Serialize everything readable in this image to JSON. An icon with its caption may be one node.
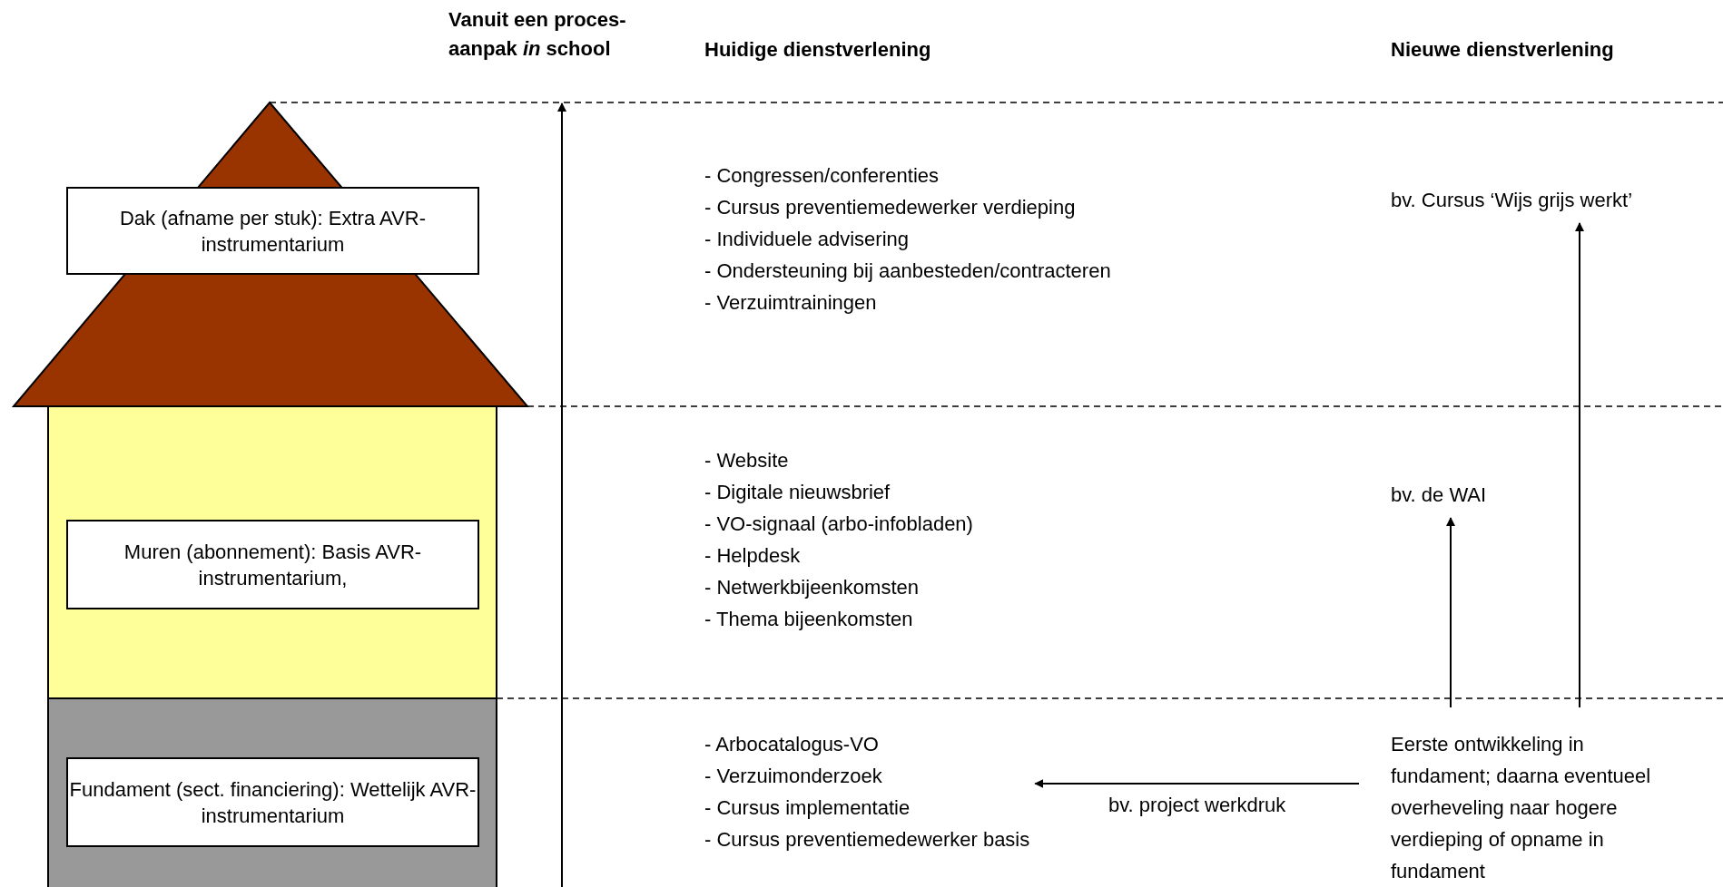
{
  "diagram": {
    "nodes": [
      {
        "text": [
          "Dak (afname per stuk): Extra AVR-instrumentarium"
        ]
      },
      {
        "text": [
          "Muren (abonnement): Basis AVR-instrumentarium,"
        ]
      },
      {
        "text": [
          "Fundament (sect. financiering): Wettelijk AVR-instrumentarium"
        ]
      },
      {
        "text": [
          "- Arbocatalogus-VO",
          "- Verzuimonderzoek",
          "- Cursus implementatie",
          "- Cursus preventiemedewerker basis"
        ]
      },
      {
        "text": [
          "bv. Cursus ‘Wijs grijs werkt’"
        ]
      },
      {
        "text": [
          "bv. de WAI"
        ]
      },
      {
        "text": [
          "Eerste ontwikkeling in fundament; daarna eventueel overheveling naar hogere verdieping of opname in fundament"
        ]
      }
    ],
    "edges": [
      {
        "from": 6,
        "to": 5,
        "arrow": "to"
      },
      {
        "from": 6,
        "to": 4,
        "arrow": "to"
      },
      {
        "from": 6,
        "to": 3,
        "arrow": "to",
        "label": "bv. project werkdruk"
      }
    ],
    "labels": [
      "Vanuit een proces- aanpak *in* school",
      "Huidige dienstverlening",
      "Nieuwe dienstverlening",
      "- Congressen/conferenties",
      "- Cursus preventiemedewerker verdieping",
      "- Individuele advisering",
      "- Ondersteuning bij aanbesteden/contracteren",
      "- Verzuimtrainingen",
      "- Website",
      "- Digitale nieuwsbrief",
      "- VO-signaal (arbo-infobladen)",
      "- Helpdesk",
      "- Netwerkbijeenkomsten",
      "- Thema bijeenkomsten"
    ]
  }
}
